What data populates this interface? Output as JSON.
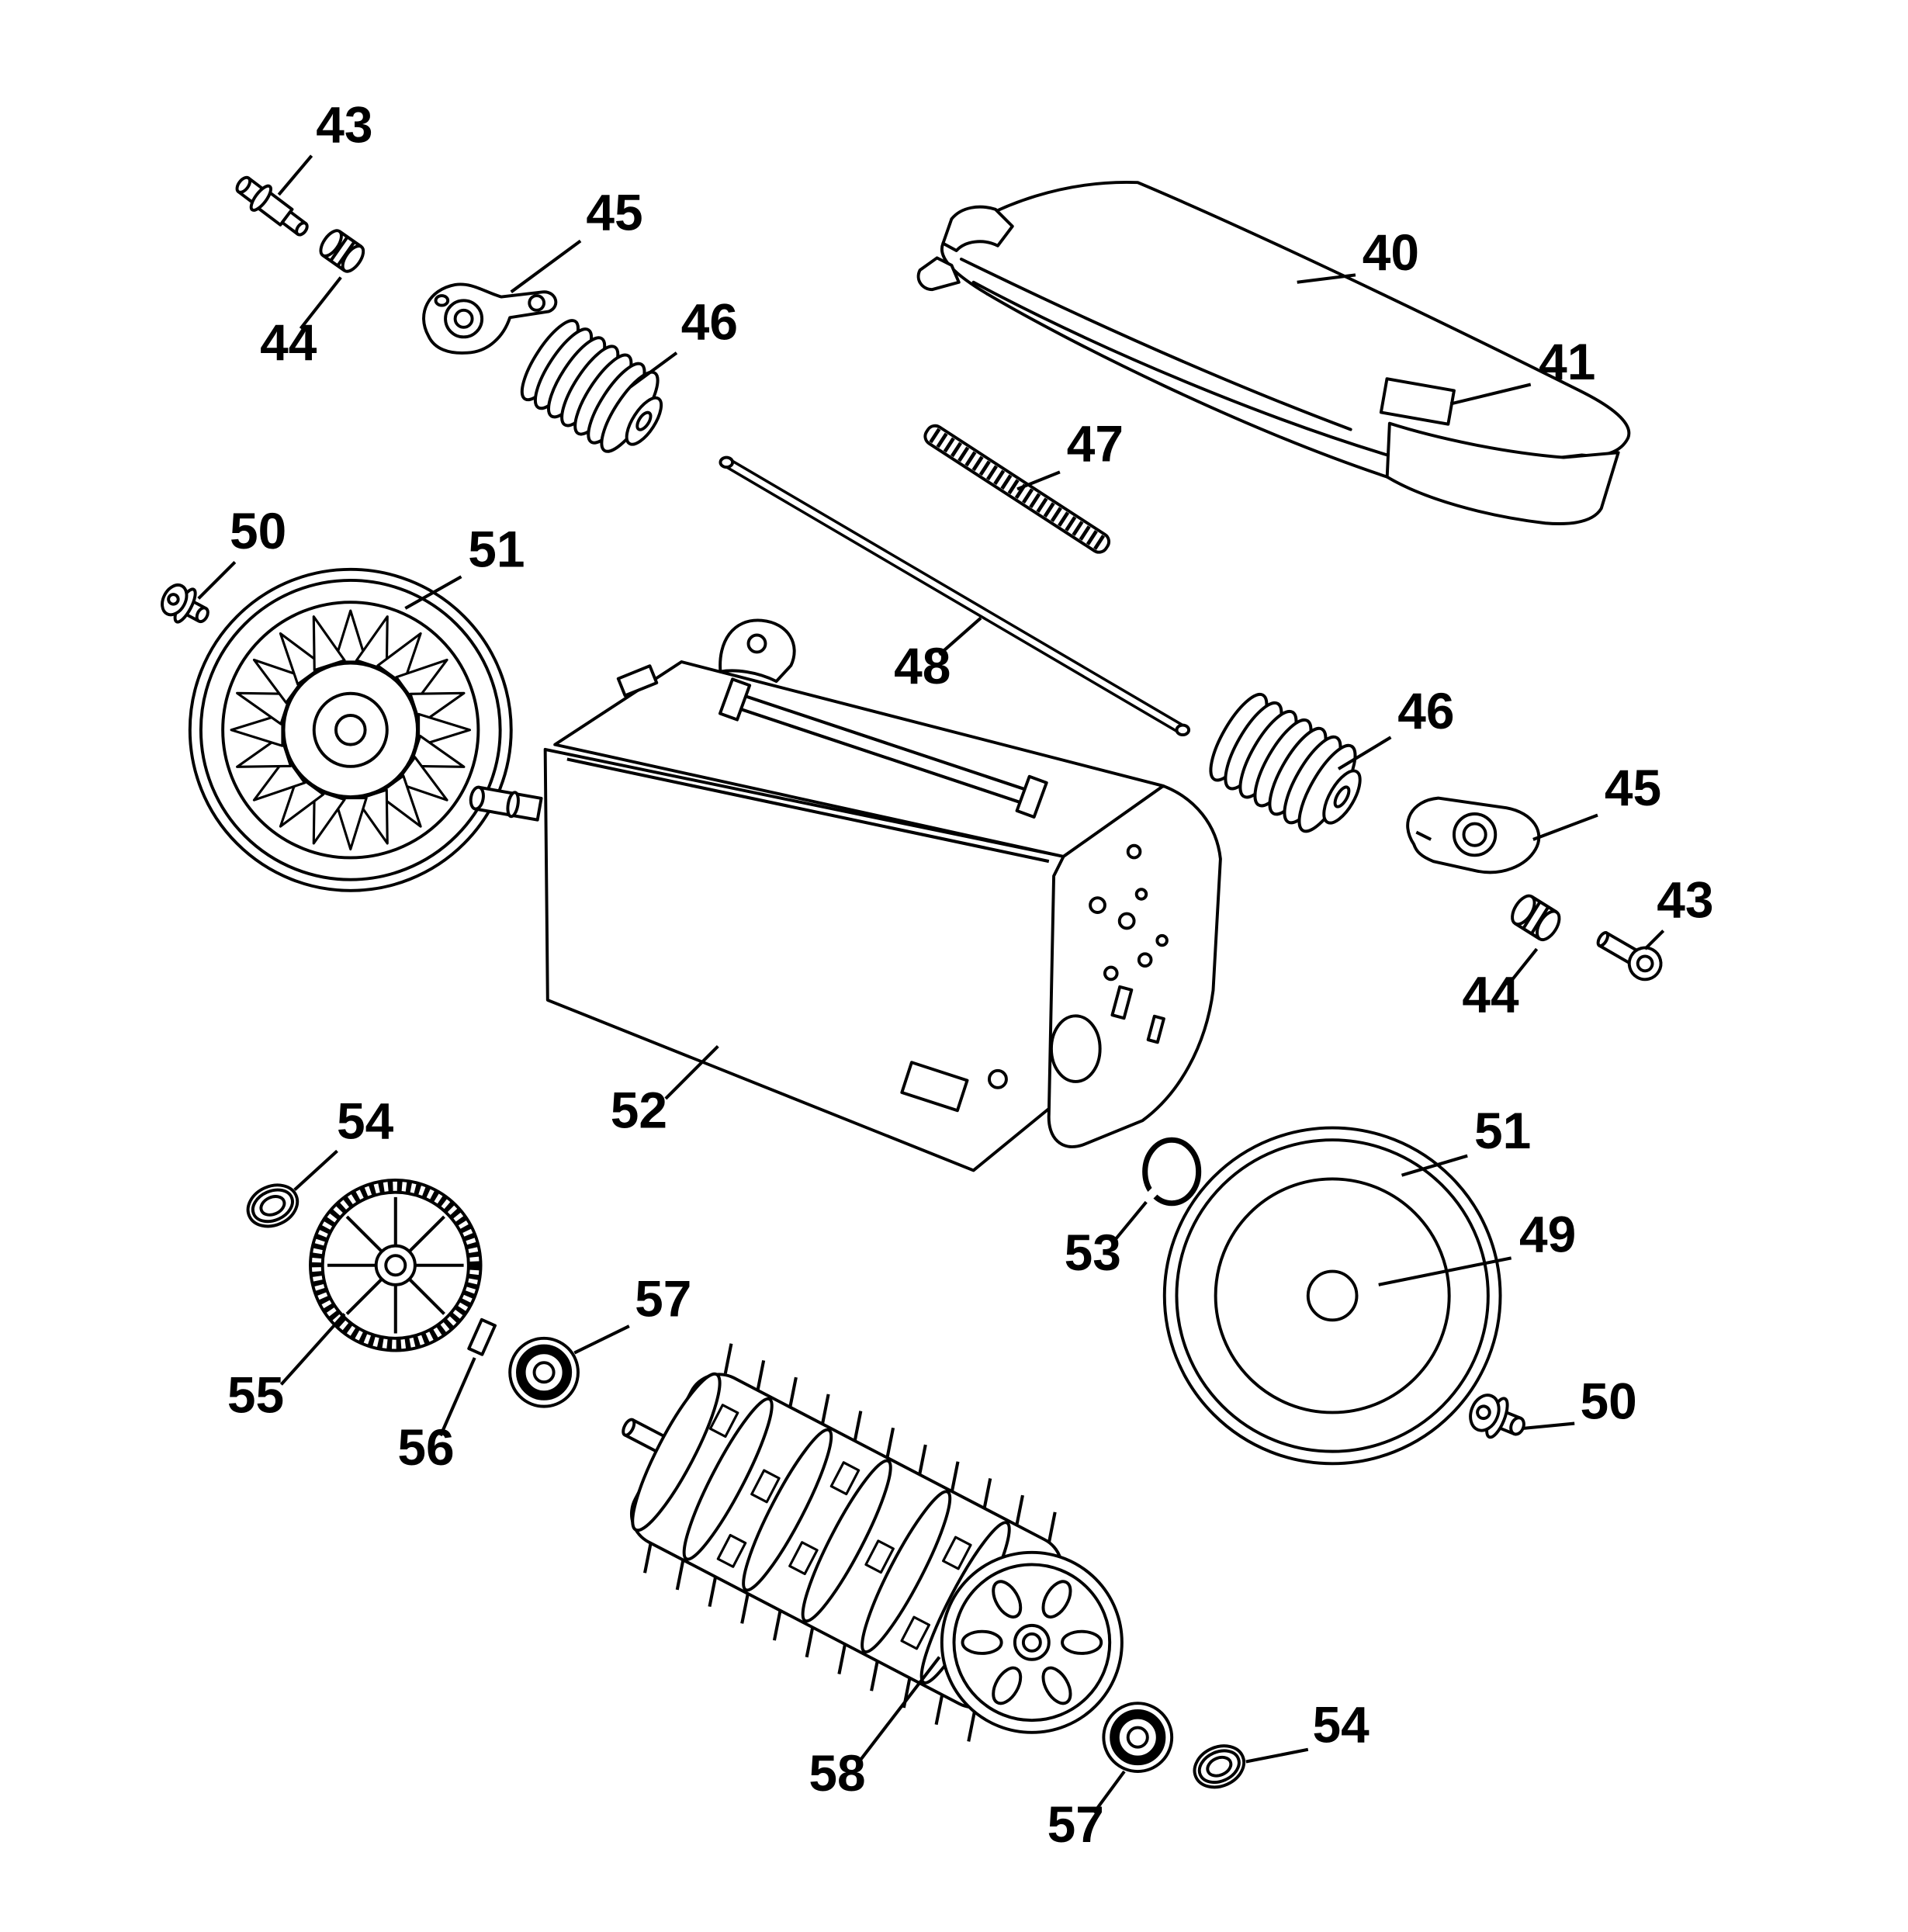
{
  "page": {
    "background": "#ffffff"
  },
  "diagram": {
    "type": "exploded-parts-diagram",
    "line_color": "#000000",
    "label_color": "#000000",
    "callouts": [
      {
        "ref": "43",
        "label": "43"
      },
      {
        "ref": "44",
        "label": "44"
      },
      {
        "ref": "45",
        "label": "45"
      },
      {
        "ref": "46",
        "label": "46"
      },
      {
        "ref": "40",
        "label": "40"
      },
      {
        "ref": "41",
        "label": "41"
      },
      {
        "ref": "47",
        "label": "47"
      },
      {
        "ref": "48",
        "label": "48"
      },
      {
        "ref": "50",
        "label": "50"
      },
      {
        "ref": "51",
        "label": "51"
      },
      {
        "ref": "46",
        "label": "46"
      },
      {
        "ref": "45",
        "label": "45"
      },
      {
        "ref": "43",
        "label": "43"
      },
      {
        "ref": "44",
        "label": "44"
      },
      {
        "ref": "52",
        "label": "52"
      },
      {
        "ref": "54",
        "label": "54"
      },
      {
        "ref": "53",
        "label": "53"
      },
      {
        "ref": "51",
        "label": "51"
      },
      {
        "ref": "49",
        "label": "49"
      },
      {
        "ref": "55",
        "label": "55"
      },
      {
        "ref": "56",
        "label": "56"
      },
      {
        "ref": "57",
        "label": "57"
      },
      {
        "ref": "58",
        "label": "58"
      },
      {
        "ref": "57",
        "label": "57"
      },
      {
        "ref": "54",
        "label": "54"
      },
      {
        "ref": "50",
        "label": "50"
      }
    ]
  }
}
